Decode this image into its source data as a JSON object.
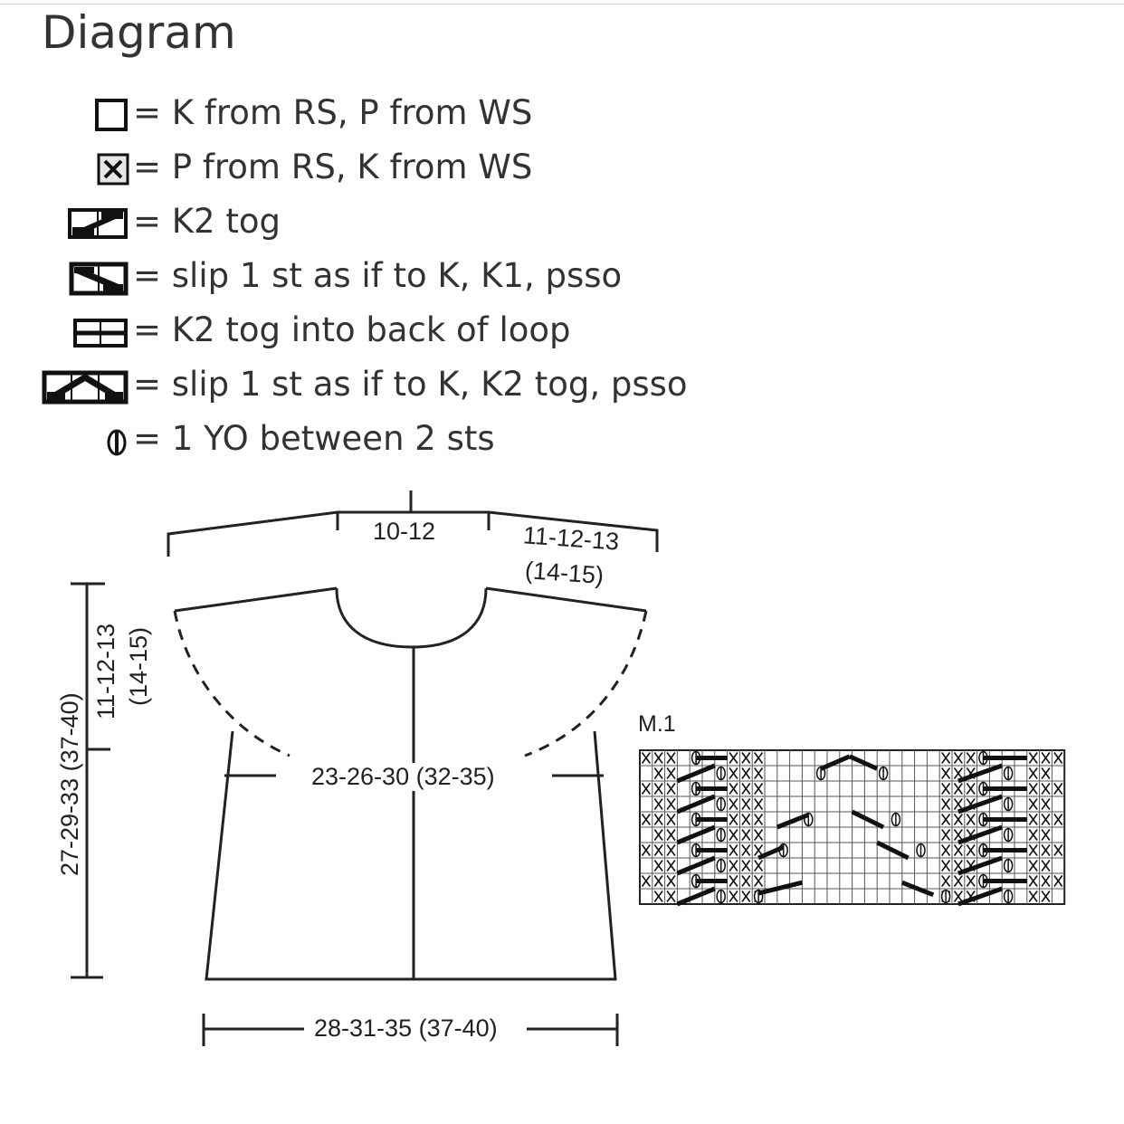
{
  "title": "Diagram",
  "legend": [
    {
      "symbol": "knit-square-icon",
      "text": "= K from RS, P from WS"
    },
    {
      "symbol": "purl-cross-square-icon",
      "text": "= P from RS, K from WS"
    },
    {
      "symbol": "k2tog-icon",
      "text": "= K2 tog"
    },
    {
      "symbol": "ssk-icon",
      "text": "= slip 1 st as if to K, K1, psso"
    },
    {
      "symbol": "k2tog-tbl-icon",
      "text": "= K2 tog into back of loop"
    },
    {
      "symbol": "sk2p-icon",
      "text": "= slip 1 st as if to K, K2 tog, psso"
    },
    {
      "symbol": "yarn-over-icon",
      "text": "= 1 YO between 2 sts"
    }
  ],
  "schematic": {
    "neck_width": "10-12",
    "shoulder_width": "11-12-13",
    "shoulder_width_2": "(14-15)",
    "yoke_depth": "11-12-13",
    "yoke_depth_2": "(14-15)",
    "total_length": "27-29-33 (37-40)",
    "chest_width": "23-26-30 (32-35)",
    "bottom_width": "28-31-35 (37-40)"
  },
  "chart": {
    "title": "M.1"
  }
}
